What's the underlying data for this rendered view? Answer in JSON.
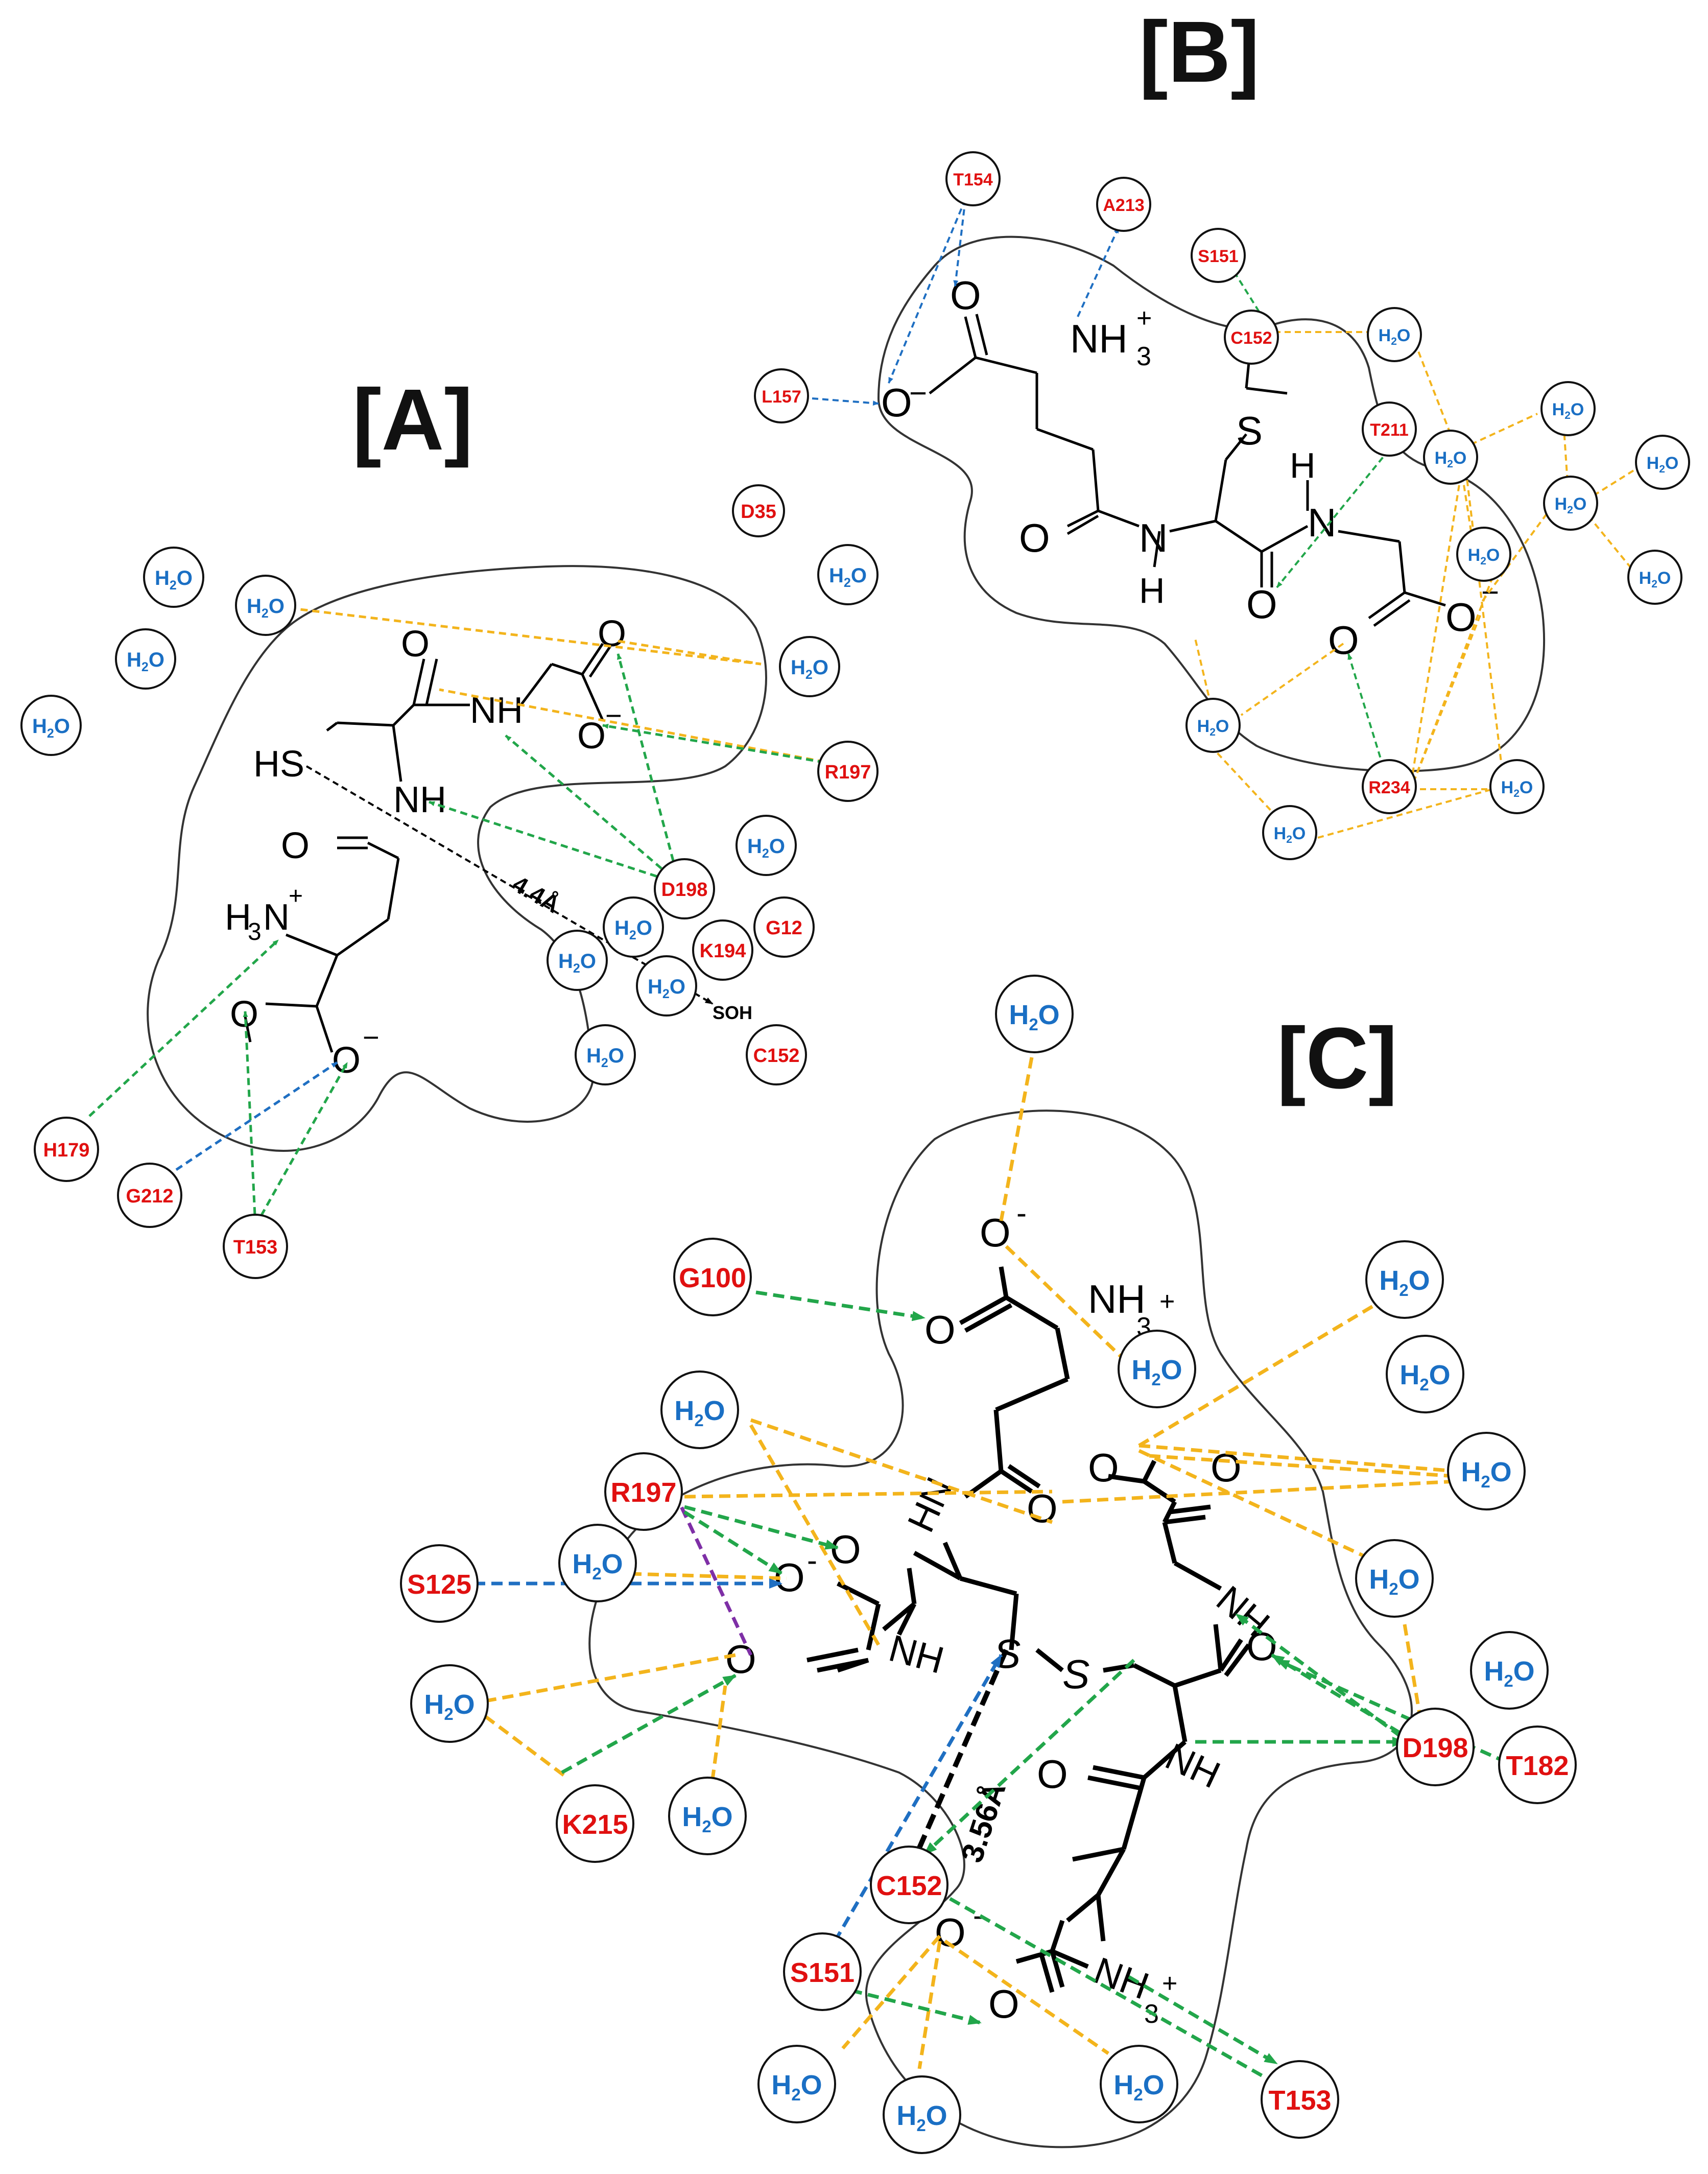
{
  "panels": {
    "A": {
      "title": "[A]",
      "atoms": {
        "hs": "HS",
        "nh_top": "NH",
        "nh_mid": "NH",
        "o_top": "O",
        "o_carbox_top": "O",
        "o_minus_top": "O",
        "minus_top": "−",
        "o_amide": "O",
        "h3n": "H",
        "h3n_sub": "3",
        "h3n_n": "N",
        "h3n_plus": "+",
        "o_bottom_left": "O",
        "o_bottom_right": "O",
        "minus_bottom": "−",
        "soh": "SOH"
      },
      "distance": "4.4Å",
      "residues": [
        "D35",
        "R197",
        "D198",
        "G12",
        "K194",
        "C152",
        "H179",
        "G212",
        "T153"
      ],
      "waters": [
        "H2O",
        "H2O",
        "H2O",
        "H2O",
        "H2O",
        "H2O",
        "H2O",
        "H2O",
        "H2O",
        "H2O",
        "H2O"
      ]
    },
    "B": {
      "title": "[B]",
      "atoms": {
        "o_top": "O",
        "o_minus": "O",
        "minus": "−",
        "nh3": "NH",
        "nh3_sub": "3",
        "nh3_plus": "+",
        "s": "S",
        "h_top": "H",
        "n_right": "N",
        "o_left": "O",
        "n_mid": "N",
        "h_mid": "H",
        "o_mid": "O",
        "o_right": "O",
        "o_minus_right": "O",
        "minus_right": "−"
      },
      "residues": [
        "T154",
        "A213",
        "S151",
        "C152",
        "L157",
        "T211",
        "R234"
      ],
      "waters": [
        "H2O",
        "H2O",
        "H2O",
        "H2O",
        "H2O",
        "H2O",
        "H2O",
        "H2O",
        "H2O",
        "H2O"
      ]
    },
    "C": {
      "title": "[C]",
      "atoms": {
        "o_minus_top": "O",
        "minus_top": "-",
        "o_top": "O",
        "nh3_top": "NH",
        "nh3_top_sub": "3",
        "nh3_top_plus": "+",
        "hn": "HN",
        "o_amide_top": "O",
        "o_carbox_right": "O",
        "o_right2": "O",
        "o_left_mid": "O",
        "o_minus_mid": "O",
        "minus_mid": "-",
        "o_left": "O",
        "nh_left": "NH",
        "s1": "S",
        "s2": "S",
        "nh_right": "NH",
        "o_right3": "O",
        "nh_bottom": "NH",
        "o_bottom_amide": "O",
        "o_minus_bottom": "O",
        "minus_bottom": "-",
        "o_bottom": "O",
        "nh3_bottom": "NH",
        "nh3_bottom_sub": "3",
        "nh3_bottom_plus": "+"
      },
      "distance": "3.56Å",
      "residues": [
        "G100",
        "R197",
        "S125",
        "K215",
        "D198",
        "T182",
        "C152",
        "S151",
        "T153"
      ],
      "waters": [
        "H2O",
        "H2O",
        "H2O",
        "H2O",
        "H2O",
        "H2O",
        "H2O",
        "H2O",
        "H2O",
        "H2O",
        "H2O",
        "H2O",
        "H2O",
        "H2O"
      ]
    }
  },
  "colors": {
    "hbond": "#22a64a",
    "backbone_hbond": "#1f6fc2",
    "water_contact": "#f3b41c",
    "salt_bridge": "#7e2fa6",
    "distance": "#000000",
    "residue_text": "#e01010",
    "water_text": "#1a6fc4"
  }
}
